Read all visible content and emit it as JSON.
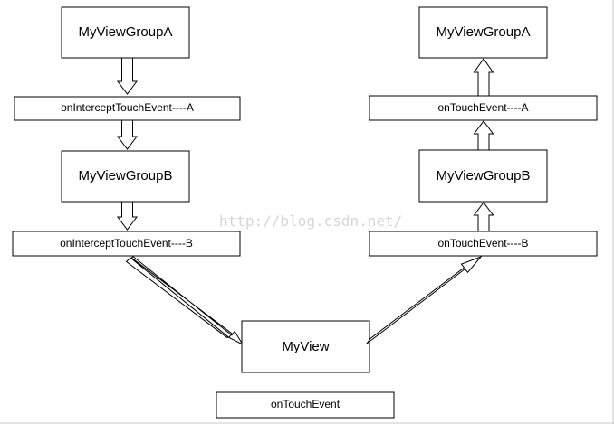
{
  "left_column": {
    "group_a": "MyViewGroupA",
    "intercept_a": "onInterceptTouchEvent----A",
    "group_b": "MyViewGroupB",
    "intercept_b": "onInterceptTouchEvent----B"
  },
  "right_column": {
    "group_a": "MyViewGroupA",
    "touch_a": "onTouchEvent----A",
    "group_b": "MyViewGroupB",
    "touch_b": "onTouchEvent----B"
  },
  "center": {
    "view": "MyView",
    "touch": "onTouchEvent"
  },
  "watermark": "http://blog.csdn.net/",
  "colors": {
    "stroke": "#000000",
    "fill": "#ffffff",
    "watermark": "#d6d6d6"
  }
}
